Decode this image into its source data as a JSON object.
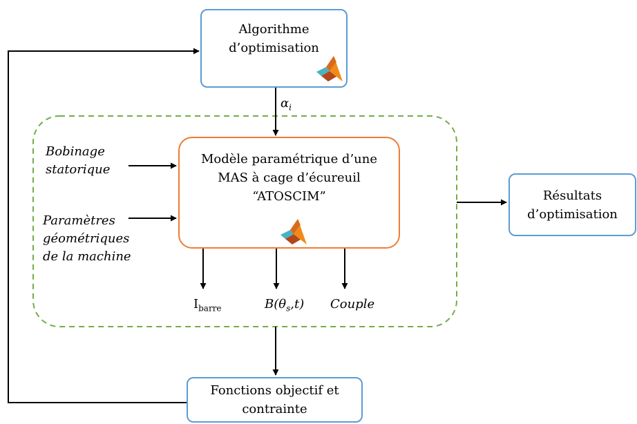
{
  "boxes": {
    "optimizer": {
      "line1": "Algorithme",
      "line2": "d’optimisation"
    },
    "model": {
      "line1": "Modèle paramétrique d’une",
      "line2": "MAS à cage d’écureuil",
      "line3": "“ATOSCIM”"
    },
    "results": {
      "line1": "Résultats",
      "line2": "d’optimisation"
    },
    "objectives": {
      "line1": "Fonctions objectif et",
      "line2": "contrainte"
    }
  },
  "inputs": {
    "winding": {
      "line1": "Bobinage",
      "line2": "statorique"
    },
    "geometry": {
      "line1": "Paramètres",
      "line2": "géométriques",
      "line3": "de la machine"
    }
  },
  "outputs": {
    "bar_current": {
      "main": "I",
      "sub": "barre"
    },
    "flux": {
      "base": "B(θ",
      "sub": "s",
      "rest": ",t)"
    },
    "torque": "Couple"
  },
  "params": {
    "alpha": "α",
    "alpha_sub": "i"
  },
  "colors": {
    "blue_border": "#5b9bd5",
    "orange_border": "#ed7d31",
    "green_dashed": "#70ad47",
    "arrow": "#000000"
  },
  "icons": {
    "logo": "matlab-logo-icon"
  }
}
